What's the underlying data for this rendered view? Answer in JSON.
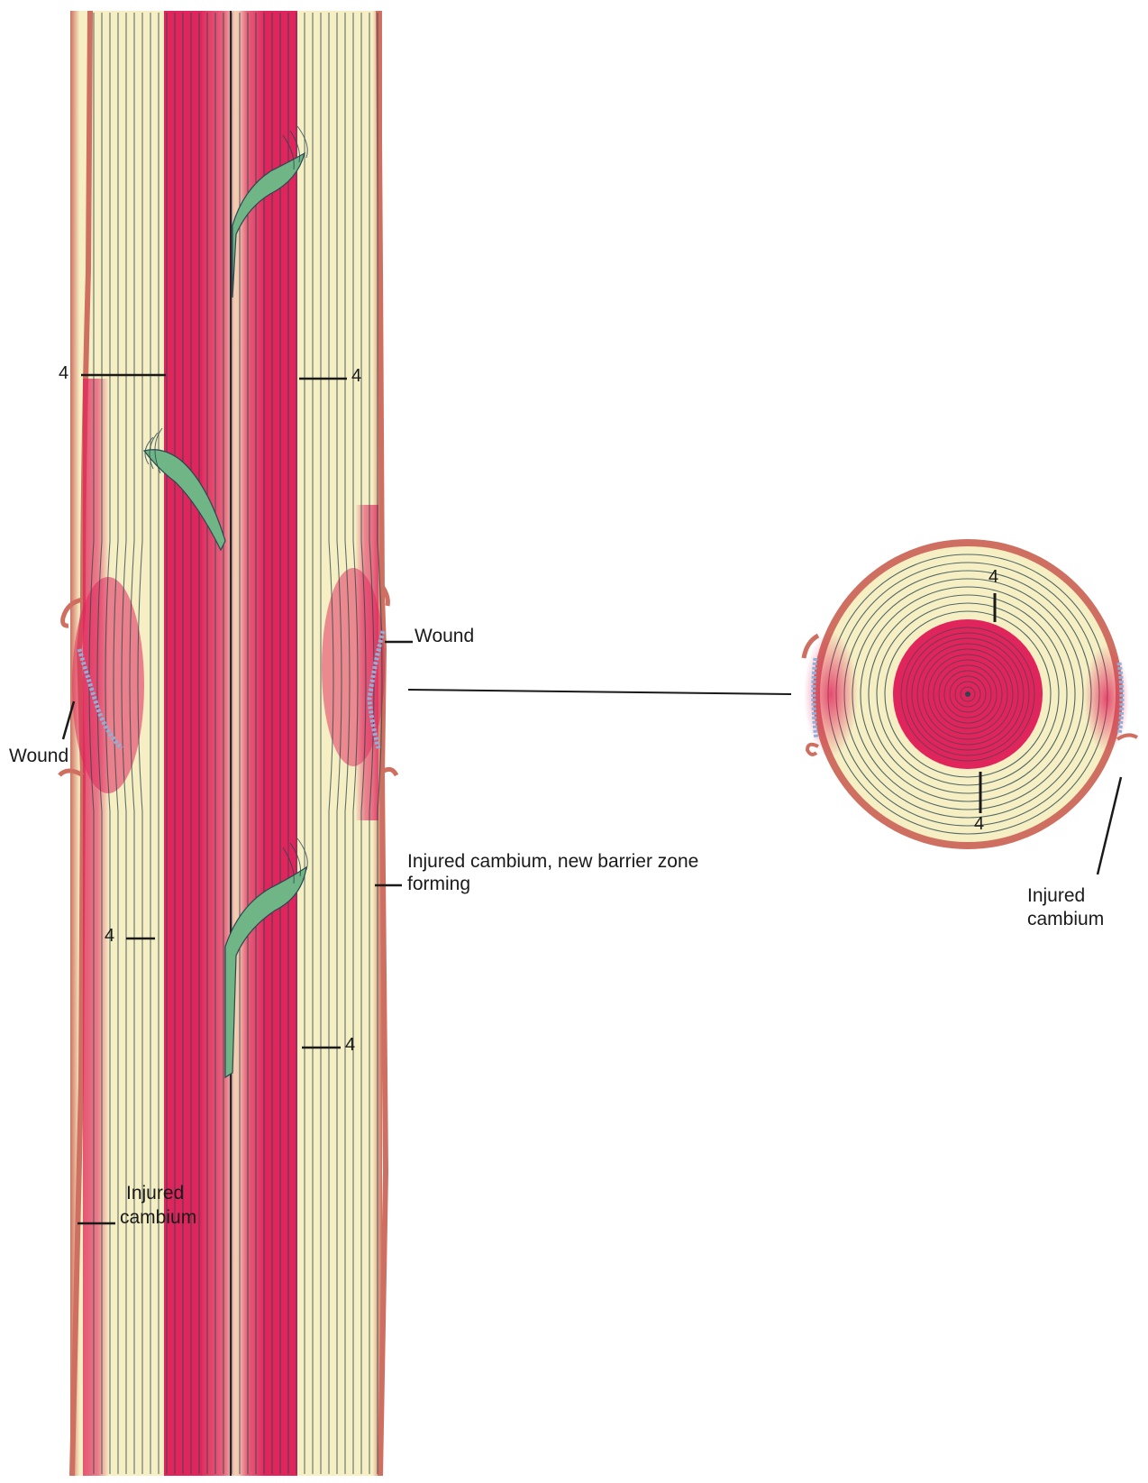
{
  "labels": {
    "four": "4",
    "wound": "Wound",
    "wound_left": "Wound",
    "injured_cambium_barrier": "Injured cambium, new barrier zone",
    "injured_cambium_barrier_2": "forming",
    "injured": "Injured",
    "cambium": "cambium",
    "disc_injured": "Injured",
    "disc_cambium": "cambium"
  },
  "colors": {
    "sapwood": "#f6efc3",
    "discolored": "#e0245c",
    "barrier": "#6fb585",
    "bark": "#cf6f61",
    "grain": "#2a4750",
    "wound_edge": "#8fb0d8",
    "ink": "#1a1a1a"
  }
}
